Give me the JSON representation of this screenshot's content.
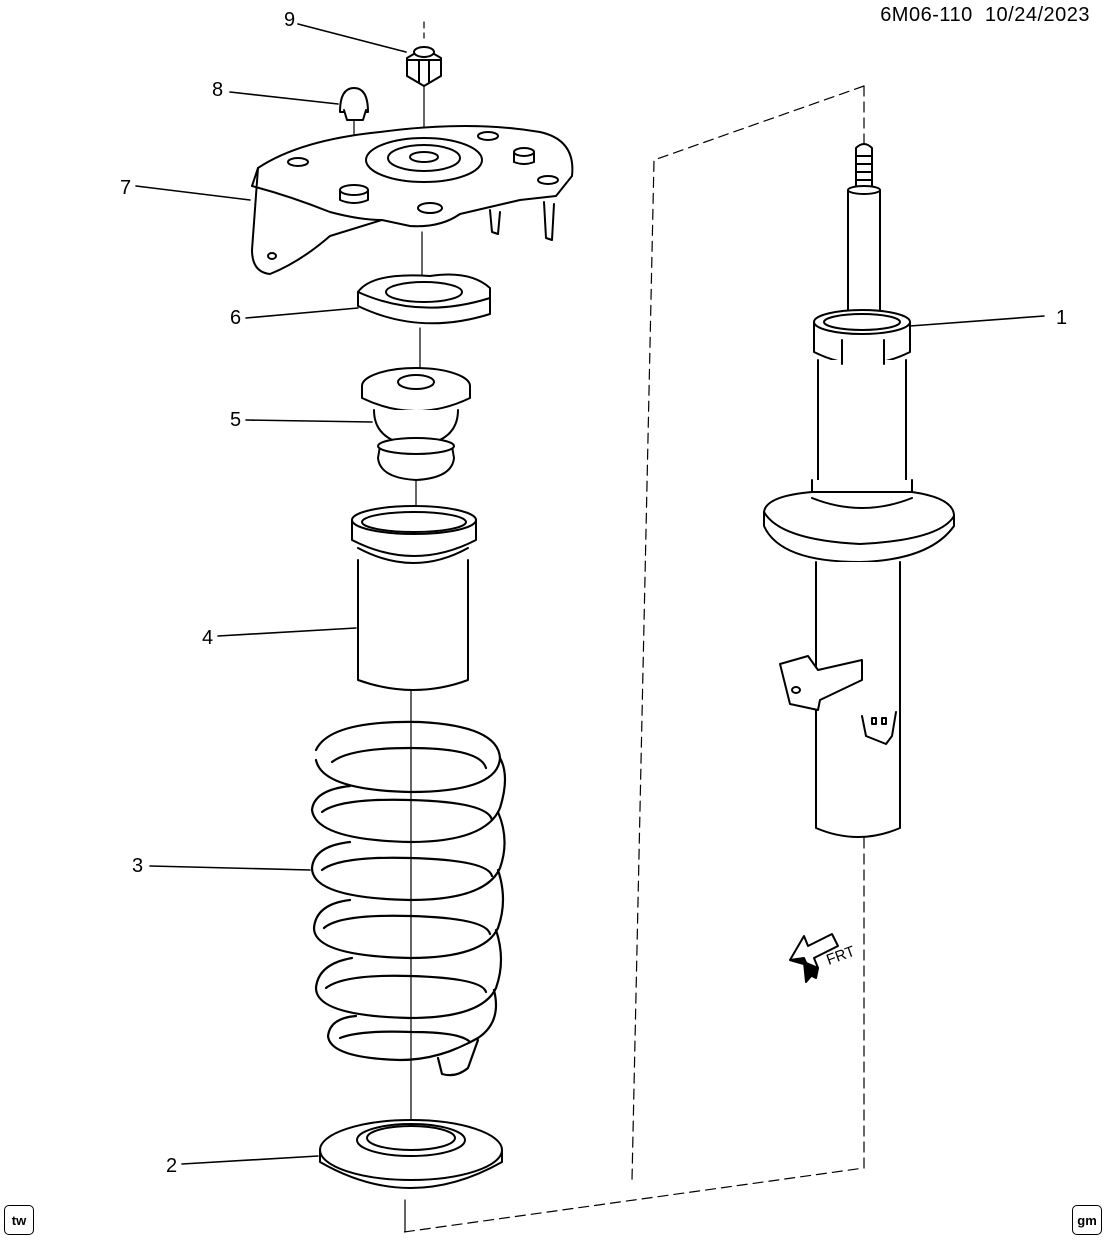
{
  "header": {
    "illustration_code": "6M06-110",
    "date": "10/24/2023"
  },
  "callouts": [
    {
      "number": "1",
      "part": "strut-assembly"
    },
    {
      "number": "2",
      "part": "lower-spring-seat"
    },
    {
      "number": "3",
      "part": "coil-spring"
    },
    {
      "number": "4",
      "part": "dust-shield"
    },
    {
      "number": "5",
      "part": "jounce-bumper"
    },
    {
      "number": "6",
      "part": "upper-spring-insulator"
    },
    {
      "number": "7",
      "part": "strut-mount"
    },
    {
      "number": "8",
      "part": "cap"
    },
    {
      "number": "9",
      "part": "nut"
    }
  ],
  "direction_indicator": {
    "label": "FRT"
  },
  "badges": {
    "left": "tw",
    "right": "gm"
  }
}
